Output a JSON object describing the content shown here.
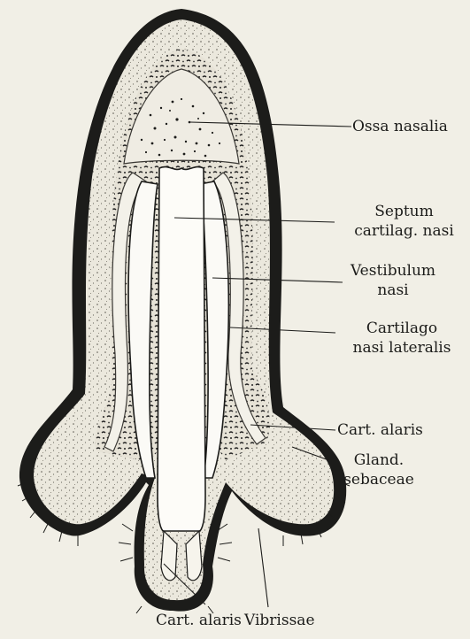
{
  "figure": {
    "labels": {
      "ossa_nasalia": "Ossa nasalia",
      "septum": [
        "Septum",
        "cartilag. nasi"
      ],
      "vestibulum": [
        "Vestibulum",
        "nasi"
      ],
      "cartilago_lateralis": [
        "Cartilago",
        "nasi lateralis"
      ],
      "cart_alaris_right": "Cart. alaris",
      "gland_sebaceae": [
        "Gland.",
        "sebaceae"
      ],
      "cart_alaris_bottom": "Cart. alaris",
      "vibrissae": "Vibrissae"
    },
    "colors": {
      "paper": "#f1efe6",
      "ink": "#1c1c1a",
      "tissue": "#e9e6db"
    }
  }
}
